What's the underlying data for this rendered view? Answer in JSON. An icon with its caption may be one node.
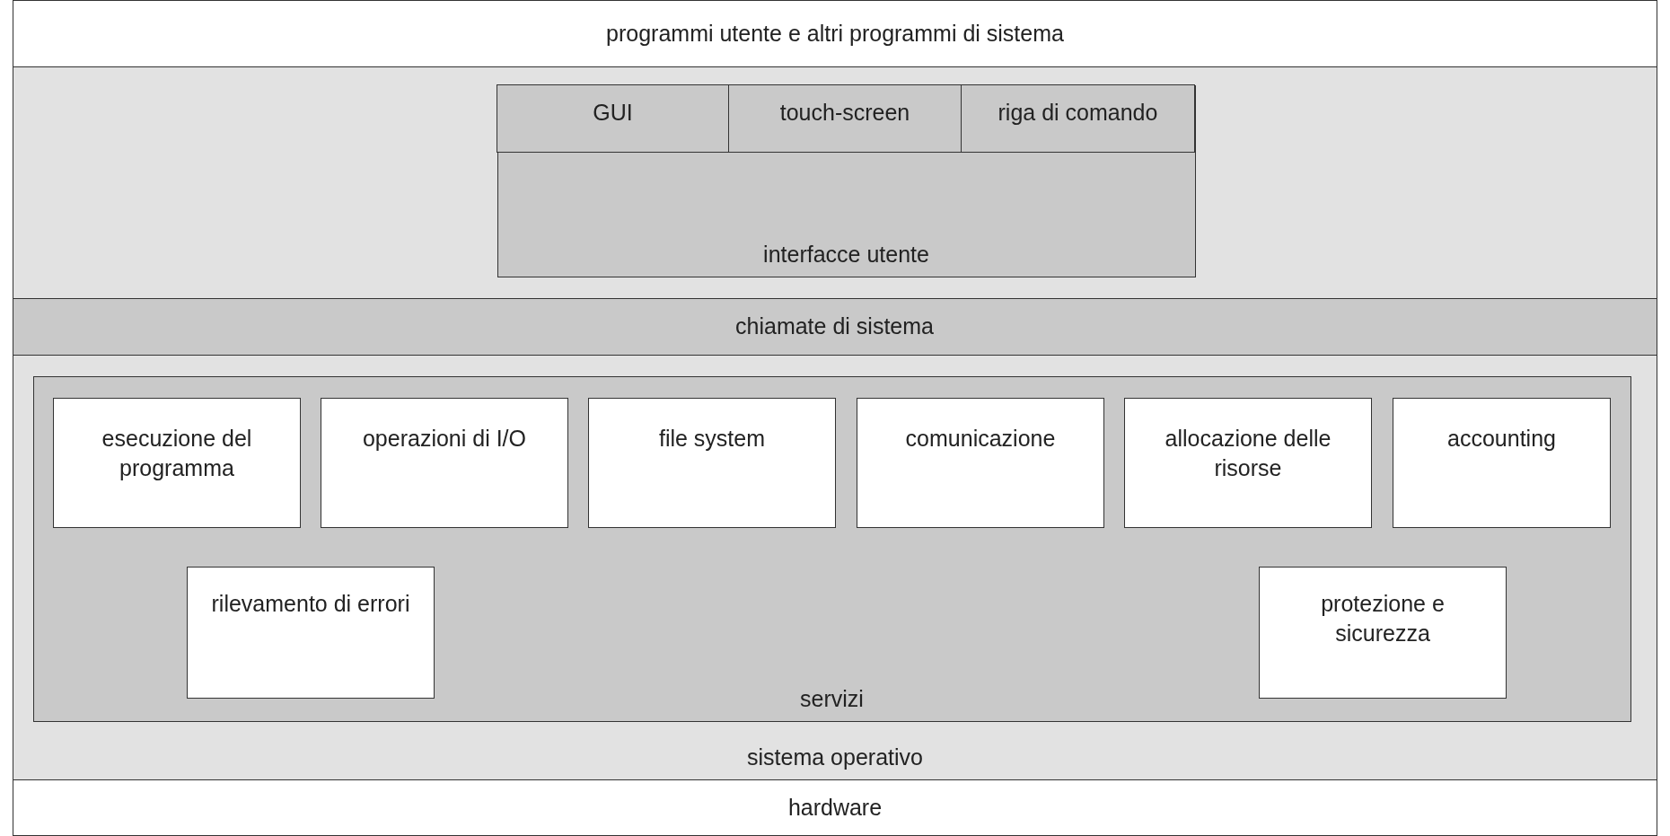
{
  "diagram": {
    "nodes": [
      {
        "text": [
          "programmi utente e altri programmi di sistema"
        ]
      },
      {
        "text": [
          "sistema operativo"
        ]
      },
      {
        "text": [
          "interfacce utente"
        ],
        "in": 1
      },
      {
        "text": [
          "GUI"
        ],
        "in": 2
      },
      {
        "text": [
          "touch-screen"
        ],
        "in": 2
      },
      {
        "text": [
          "riga di comando"
        ],
        "in": 2
      },
      {
        "text": [
          "chiamate di sistema"
        ],
        "in": 1
      },
      {
        "text": [
          "servizi"
        ],
        "in": 1
      },
      {
        "text": [
          "esecuzione del programma"
        ],
        "in": 7
      },
      {
        "text": [
          "operazioni di I/O"
        ],
        "in": 7
      },
      {
        "text": [
          "file system"
        ],
        "in": 7
      },
      {
        "text": [
          "comunicazione"
        ],
        "in": 7
      },
      {
        "text": [
          "allocazione delle risorse"
        ],
        "in": 7
      },
      {
        "text": [
          "accounting"
        ],
        "in": 7
      },
      {
        "text": [
          "rilevamento di errori"
        ],
        "in": 7
      },
      {
        "text": [
          "protezione e sicurezza"
        ],
        "in": 7
      },
      {
        "text": [
          "hardware"
        ]
      }
    ]
  }
}
